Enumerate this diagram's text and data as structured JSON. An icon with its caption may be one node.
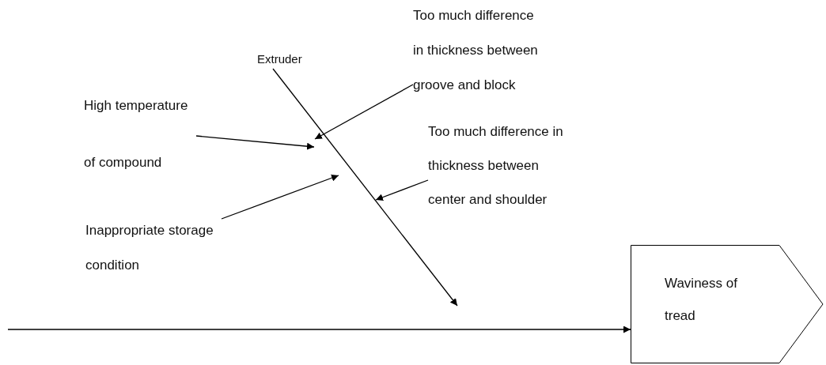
{
  "diagram": {
    "nodes": [
      {
        "text": [
          "Extruder"
        ]
      },
      {
        "text": [
          "Too much difference in thickness between groove and block"
        ]
      },
      {
        "text": [
          "High temperature of compound"
        ]
      },
      {
        "text": [
          "Too much difference in thickness between center and shoulder"
        ]
      },
      {
        "text": [
          "Inappropriate storage condition"
        ]
      },
      {
        "text": [
          "Waviness of tread"
        ]
      }
    ],
    "edges": [
      {
        "from": null,
        "to": 5,
        "arrow": "to"
      },
      {
        "from": 0,
        "to": null,
        "arrow": "to"
      },
      {
        "from": 1,
        "to": null,
        "arrow": "to"
      },
      {
        "from": 2,
        "to": null,
        "arrow": "to"
      },
      {
        "from": 3,
        "to": null,
        "arrow": "to"
      },
      {
        "from": 4,
        "to": null,
        "arrow": "to"
      }
    ]
  }
}
